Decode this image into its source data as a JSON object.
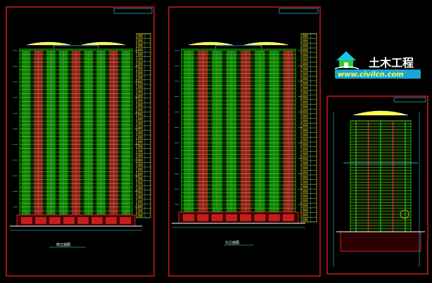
{
  "colors": {
    "background": "#000000",
    "frame": "#ff2020",
    "wall_green": "#00e000",
    "wall_red": "#ff2a2a",
    "window_yellow": "#ffff40",
    "column_magenta": "#ff40ff",
    "dim_cyan": "#40e0ff",
    "white": "#ffffff",
    "logo_cyan": "#19c6e6",
    "logo_green": "#2ecc2e",
    "logo_text_bg": "#1aa6d6"
  },
  "logo": {
    "title": "土木工程",
    "url": "www.civilcn.com",
    "icon": "house-icon"
  },
  "sheets": [
    {
      "caption": "南立面图"
    },
    {
      "caption": "北立面图"
    },
    {
      "caption": ""
    }
  ]
}
